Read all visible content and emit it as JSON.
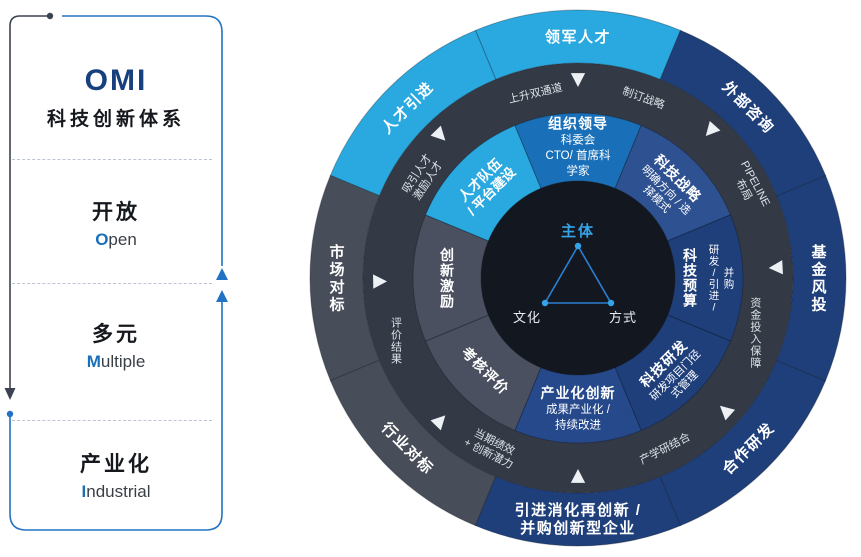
{
  "colors": {
    "light_blue": "#2aa9e1",
    "mid_blue": "#1a70b8",
    "navy": "#1f3f7b",
    "navy_light": "#2e5192",
    "navy_mid": "#26498c",
    "gray_dark": "#474d59",
    "gray_inner": "#4a5060",
    "gray_ring": "#343a45",
    "center_bg": "#131720",
    "accent_blue": "#35a3e8",
    "triangle_blue": "#2b7fd0",
    "bracket_blue": "#2273c4",
    "bracket_dark": "#3c4250",
    "left_title_blue": "#17407e"
  },
  "left_panel": {
    "title": "OMI",
    "subtitle": "科技创新体系",
    "items": [
      {
        "zh": "开放",
        "en_first": "O",
        "en_rest": "pen"
      },
      {
        "zh": "多元",
        "en_first": "M",
        "en_rest": "ultiple"
      },
      {
        "zh": "产业化",
        "en_first": "I",
        "en_rest": "ndustrial"
      }
    ]
  },
  "wheel": {
    "center": {
      "top": "主体",
      "bottom_left": "文化",
      "bottom_right": "方式"
    },
    "outer_ring": [
      {
        "name": "leading-talent",
        "lines": [
          "领军人才"
        ],
        "mode": "h",
        "angle": 90,
        "a0": 67.5,
        "a1": 112.5,
        "color": "light_blue"
      },
      {
        "name": "talent-recruitment",
        "lines": [
          "人才引进"
        ],
        "mode": "rot",
        "angle": 135,
        "a0": 112.5,
        "a1": 157.5,
        "color": "light_blue"
      },
      {
        "name": "market-benchmarking",
        "lines": [
          "市场对标"
        ],
        "mode": "v",
        "angle": 180,
        "a0": 157.5,
        "a1": 202.5,
        "color": "gray_dark"
      },
      {
        "name": "industry-benchmarking",
        "lines": [
          "行业对标"
        ],
        "mode": "rot",
        "angle": 225,
        "a0": 202.5,
        "a1": 247.5,
        "color": "gray_dark"
      },
      {
        "name": "introduce-digest-reinnovate",
        "lines": [
          "引进消化再创新 /",
          "并购创新型企业"
        ],
        "mode": "h",
        "angle": 270,
        "a0": 247.5,
        "a1": 292.5,
        "color": "navy"
      },
      {
        "name": "cooperative-rd",
        "lines": [
          "合作研发"
        ],
        "mode": "rot",
        "angle": 315,
        "a0": 292.5,
        "a1": 337.5,
        "color": "navy"
      },
      {
        "name": "fund-venture-capital",
        "lines": [
          "基金风投"
        ],
        "mode": "v",
        "angle": 0,
        "a0": 337.5,
        "a1": 382.5,
        "color": "navy"
      },
      {
        "name": "external-consulting",
        "lines": [
          "外部咨询"
        ],
        "mode": "rot",
        "angle": 45,
        "a0": 22.5,
        "a1": 67.5,
        "color": "navy"
      }
    ],
    "middle_ring": {
      "labels": [
        {
          "name": "dual-career-ladder",
          "lines": [
            "上升双通道"
          ],
          "mode": "rot",
          "angle": 103,
          "r": 190
        },
        {
          "name": "strategy-making",
          "lines": [
            "制订战略"
          ],
          "mode": "rot",
          "angle": 70,
          "r": 192
        },
        {
          "name": "pipeline-layout",
          "lines": [
            "PIPELINE",
            "布局"
          ],
          "mode": "rot",
          "angle": 28,
          "r": 195
        },
        {
          "name": "funding-guarantee",
          "lines": [
            "资金投入保障"
          ],
          "mode": "v",
          "angle": 343,
          "r": 186
        },
        {
          "name": "industry-academia-research",
          "lines": [
            "产学研结合"
          ],
          "mode": "rot",
          "angle": 297,
          "r": 191
        },
        {
          "name": "performance-and-potential",
          "lines": [
            "当期绩效",
            "+ 创新潜力"
          ],
          "mode": "rot",
          "angle": 243,
          "r": 190
        },
        {
          "name": "evaluation-result",
          "lines": [
            "评价结果"
          ],
          "mode": "v",
          "angle": 199,
          "r": 192
        },
        {
          "name": "attract-motivate-talent",
          "lines": [
            "吸引人才",
            "激励人才"
          ],
          "mode": "rot",
          "angle": 147,
          "r": 186
        }
      ],
      "arrow_angles": [
        90,
        134,
        181,
        226,
        270,
        318,
        3,
        48
      ]
    },
    "inner_ring": [
      {
        "name": "org-leadership",
        "title": "组织领导",
        "subs": [
          "科委会",
          "CTO/ 首席科",
          "学家"
        ],
        "mode": "h",
        "angle": 90,
        "a0": 67.5,
        "a1": 112.5,
        "color": "mid_blue"
      },
      {
        "name": "tech-strategy",
        "title": "科技战略",
        "subs": [
          "明确方向 / 选",
          "择模式"
        ],
        "mode": "rot",
        "angle": 45,
        "a0": 22.5,
        "a1": 67.5,
        "color": "navy_light"
      },
      {
        "name": "tech-budget",
        "title": "科技预算",
        "subs": [
          "研发/引进/",
          "并购"
        ],
        "mode": "v",
        "angle": 0,
        "a0": 337.5,
        "a1": 382.5,
        "color": "navy"
      },
      {
        "name": "tech-rd",
        "title": "科技研发",
        "subs": [
          "研发项目门径",
          "式管理"
        ],
        "mode": "rot",
        "angle": 315,
        "a0": 292.5,
        "a1": 337.5,
        "color": "navy"
      },
      {
        "name": "industrialization-innovation",
        "title": "产业化创新",
        "subs": [
          "成果产业化 /",
          "持续改进"
        ],
        "mode": "h",
        "angle": 270,
        "a0": 247.5,
        "a1": 292.5,
        "color": "navy_mid"
      },
      {
        "name": "performance-evaluation",
        "title": "考核评价",
        "subs": [],
        "mode": "rot",
        "angle": 225,
        "a0": 202.5,
        "a1": 247.5,
        "color": "gray_inner"
      },
      {
        "name": "innovation-incentive",
        "title": "创新激励",
        "subs": [],
        "mode": "v",
        "angle": 180,
        "a0": 157.5,
        "a1": 202.5,
        "color": "gray_inner"
      },
      {
        "name": "talent-team-platform",
        "title": "人才队伍",
        "subs": [
          "/ 平台建设"
        ],
        "bold_subs": true,
        "mode": "rot",
        "angle": 135,
        "a0": 112.5,
        "a1": 157.5,
        "color": "light_blue"
      }
    ]
  }
}
